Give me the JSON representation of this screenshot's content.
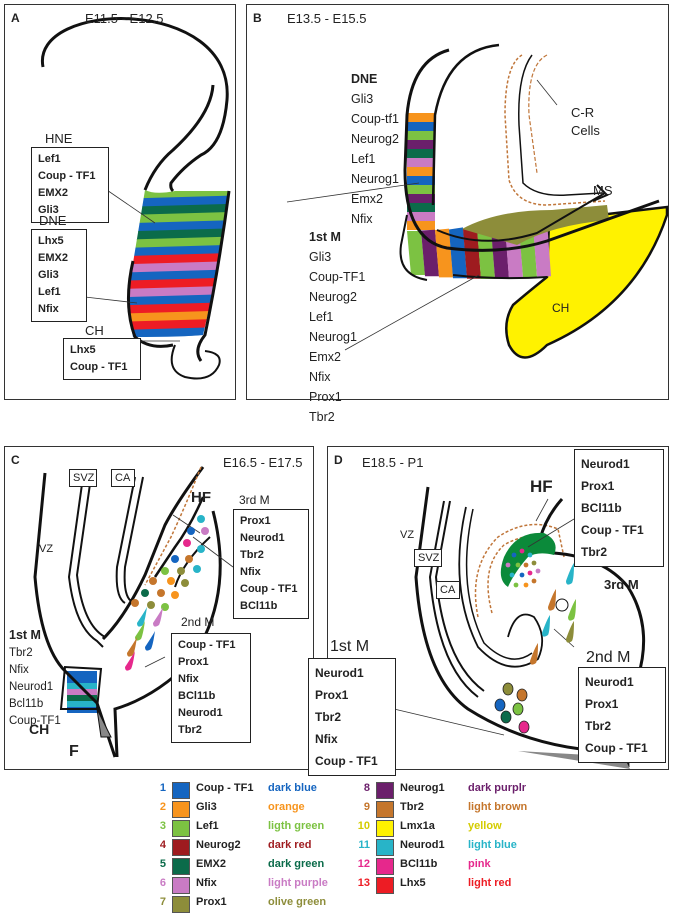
{
  "panels": {
    "a": {
      "letter": "A",
      "stage": "E11.5 - E12.5",
      "hne_label": "HNE",
      "hne_genes": [
        "Lef1",
        "Coup - TF1",
        "EMX2",
        "Gli3"
      ],
      "dne_label": "DNE",
      "dne_genes": [
        "Lhx5",
        "EMX2",
        "Gli3",
        "Lef1",
        "Nfix"
      ],
      "ch_label": "CH",
      "ch_genes": [
        "Lhx5",
        "Coup - TF1"
      ]
    },
    "b": {
      "letter": "B",
      "stage": "E13.5 - E15.5",
      "dne_label": "DNE",
      "dne_genes": [
        "Gli3",
        "Coup-tf1",
        "Neurog2",
        "Lef1",
        "Neurog1",
        "Emx2",
        "Nfix"
      ],
      "m1_label": "1st M",
      "m1_genes": [
        "Gli3",
        "Coup-TF1",
        "Neurog2",
        "Lef1",
        "Neurog1",
        "Emx2",
        "Nfix",
        "Prox1",
        "Tbr2"
      ],
      "cr_label_1": "C-R",
      "cr_label_2": "Cells",
      "ms_label": "MS",
      "ch_label": "CH"
    },
    "c": {
      "letter": "C",
      "stage": "E16.5 - E17.5",
      "svz": "SVZ",
      "ca": "CA",
      "vz": "VZ",
      "hf": "HF",
      "m3_label": "3rd M",
      "m3_genes": [
        "Prox1",
        "Neurod1",
        "Tbr2",
        "Nfix",
        "Coup - TF1",
        "BCl11b"
      ],
      "m2_label": "2nd M",
      "m2_genes": [
        "Coup - TF1",
        "Prox1",
        "Nfix",
        "BCl11b",
        "Neurod1",
        "Tbr2"
      ],
      "m1_label": "1st M",
      "m1_genes": [
        "Tbr2",
        "Nfix",
        "Neurod1",
        "Bcl11b",
        "Coup-TF1"
      ],
      "ch": "CH",
      "f": "F"
    },
    "d": {
      "letter": "D",
      "stage": "E18.5 - P1",
      "vz": "VZ",
      "svz": "SVZ",
      "ca": "CA",
      "hf": "HF",
      "m3_label": "3rd M",
      "m3_genes": [
        "Neurod1",
        "Prox1",
        "BCl11b",
        "Coup - TF1",
        "Tbr2"
      ],
      "m2_label": "2nd M",
      "m2_genes": [
        "Neurod1",
        "Prox1",
        "Tbr2",
        "Coup - TF1"
      ],
      "m1_label": "1st M",
      "m1_genes": [
        "Neurod1",
        "Prox1",
        "Tbr2",
        "Nfix",
        "Coup - TF1"
      ]
    }
  },
  "legend": [
    {
      "num": "1",
      "gene": "Coup - TF1",
      "color_name": "dark blue",
      "hex": "#1565c0",
      "text_hex": "#1565c0"
    },
    {
      "num": "2",
      "gene": "Gli3",
      "color_name": "orange",
      "hex": "#f7941d",
      "text_hex": "#f7941d"
    },
    {
      "num": "3",
      "gene": "Lef1",
      "color_name": "ligth green",
      "hex": "#7cc242",
      "text_hex": "#7cc242"
    },
    {
      "num": "4",
      "gene": "Neurog2",
      "color_name": "dark red",
      "hex": "#9e1b1f",
      "text_hex": "#9e1b1f"
    },
    {
      "num": "5",
      "gene": "EMX2",
      "color_name": "dark green",
      "hex": "#0b6b4a",
      "text_hex": "#0b6b4a"
    },
    {
      "num": "6",
      "gene": "Nfix",
      "color_name": "light purple",
      "hex": "#c97bc4",
      "text_hex": "#c97bc4"
    },
    {
      "num": "7",
      "gene": "Prox1",
      "color_name": "olive green",
      "hex": "#8d8d3a",
      "text_hex": "#8d8d3a"
    },
    {
      "num": "8",
      "gene": "Neurog1",
      "color_name": "dark purplr",
      "hex": "#6b1f6b",
      "text_hex": "#6b1f6b"
    },
    {
      "num": "9",
      "gene": "Tbr2",
      "color_name": "light brown",
      "hex": "#c5762c",
      "text_hex": "#c5762c"
    },
    {
      "num": "10",
      "gene": "Lmx1a",
      "color_name": "yellow",
      "hex": "#fff200",
      "text_hex": "#d4cc00"
    },
    {
      "num": "11",
      "gene": "Neurod1",
      "color_name": "light blue",
      "hex": "#28b4c8",
      "text_hex": "#28b4c8"
    },
    {
      "num": "12",
      "gene": "BCl11b",
      "color_name": "pink",
      "hex": "#e6288c",
      "text_hex": "#e6288c"
    },
    {
      "num": "13",
      "gene": "Lhx5",
      "color_name": "light red",
      "hex": "#ed1c24",
      "text_hex": "#ed1c24"
    }
  ]
}
